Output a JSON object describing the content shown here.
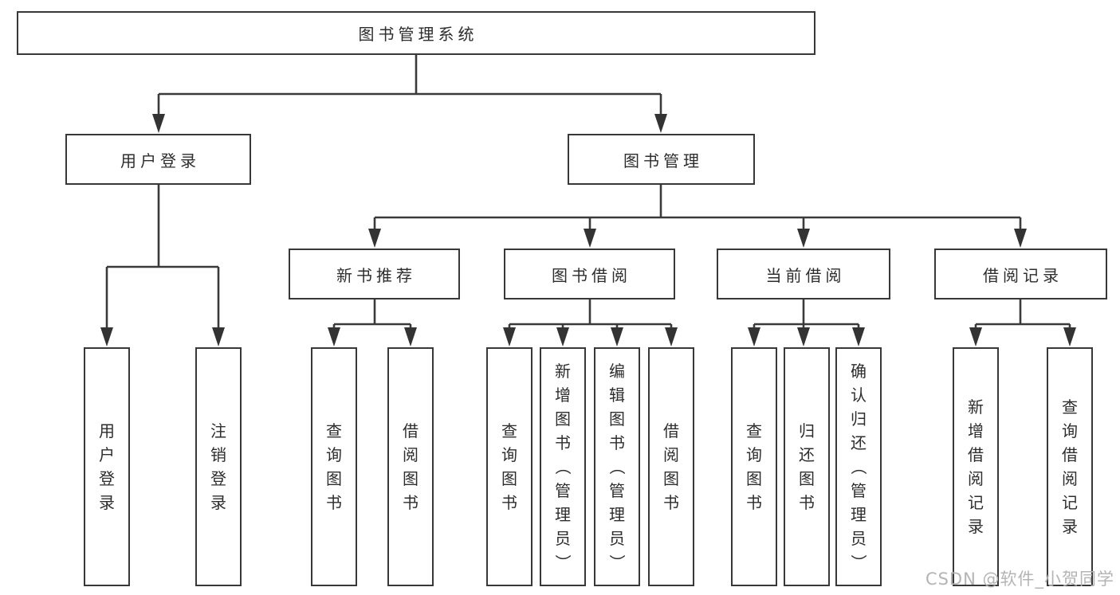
{
  "diagram": {
    "root": {
      "label": "图书管理系统"
    },
    "level2": [
      {
        "label": "用户登录"
      },
      {
        "label": "图书管理"
      }
    ],
    "level3": [
      {
        "label": "新书推荐"
      },
      {
        "label": "图书借阅"
      },
      {
        "label": "当前借阅"
      },
      {
        "label": "借阅记录"
      }
    ],
    "level4": [
      {
        "label": "用户登录"
      },
      {
        "label": "注销登录"
      },
      {
        "label": "查询图书"
      },
      {
        "label": "借阅图书"
      },
      {
        "label": "查询图书"
      },
      {
        "label": "新增图书（管理员）"
      },
      {
        "label": "编辑图书（管理员）"
      },
      {
        "label": "借阅图书"
      },
      {
        "label": "查询图书"
      },
      {
        "label": "归还图书"
      },
      {
        "label": "确认归还（管理员）"
      },
      {
        "label": "新增借阅记录"
      },
      {
        "label": "查询借阅记录"
      }
    ]
  },
  "watermark": {
    "text": "CSDN @软件_小贺同学"
  },
  "colors": {
    "line": "#3a3a3a",
    "text": "#2d2d2d",
    "box_background": "#ffffff",
    "watermark": "#b4b4b4"
  }
}
